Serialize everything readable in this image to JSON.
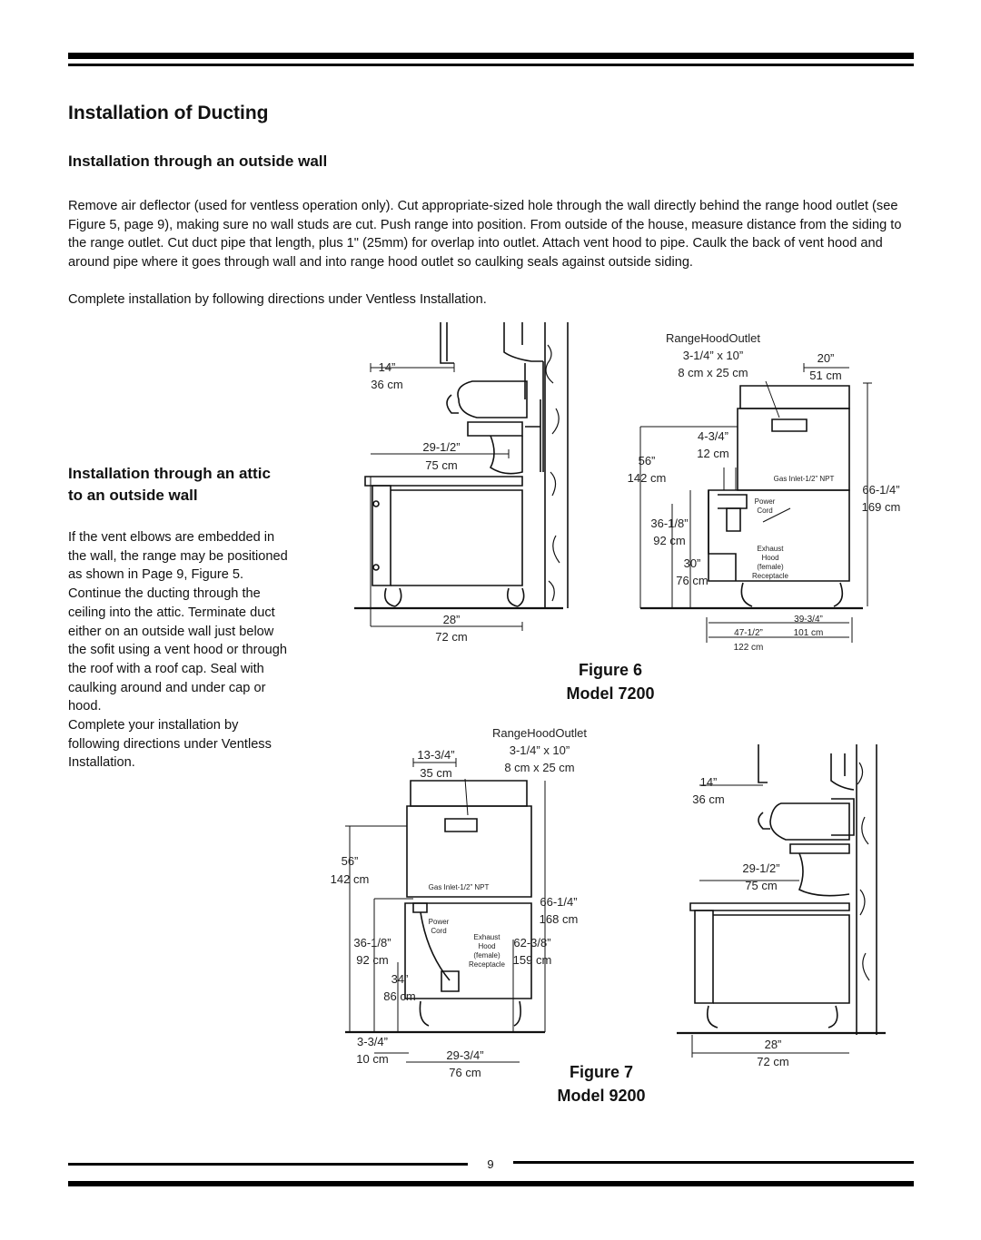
{
  "header": {
    "title": "Installation of Ducting"
  },
  "section1": {
    "heading": "Installation through an outside wall",
    "body": "Remove air deflector (used for ventless operation only). Cut appropriate-sized hole through the wall directly behind the range hood outlet (see Figure 5, page 9), making sure no wall studs are cut. Push range into position. From outside of the house, measure distance from the siding to the range outlet. Cut duct pipe that length, plus 1\" (25mm) for overlap into outlet. Attach vent hood to pipe. Caulk the back of vent hood and around pipe where it goes through wall and into range hood outlet so caulking seals against outside siding.",
    "body2": "Complete installation by following directions under Ventless Installation."
  },
  "section2": {
    "heading": "Installation through an attic to an outside wall",
    "body": "If the vent elbows are embedded in the wall, the range may be positioned as shown in Page 9, Figure 5. Continue the ducting through the ceiling into the attic. Terminate duct either on an outside wall just below the sofit using a vent hood or through the roof with a roof cap. Seal with caulking around and under cap or hood.",
    "body2": "Complete your installation by following directions under Ventless Installation."
  },
  "figure6": {
    "caption_line1": "Figure 6",
    "caption_line2": "Model 7200",
    "side_labels": {
      "l1": "14”",
      "l2": "36 cm",
      "l3": "29-1/2”",
      "l4": "75 cm",
      "l5": "28”",
      "l6": "72 cm"
    },
    "front_labels": {
      "outlet": "RangeHoodOutlet",
      "outlet_size": "3-1/4” x 10”",
      "outlet_cm": "8 cm x 25 cm",
      "w20": "20”",
      "w51": "51 cm",
      "h434": "4-3/4”",
      "h12": "12 cm",
      "h56": "56”",
      "h142": "142 cm",
      "gas": "Gas Inlet-1/2” NPT",
      "h66": "66-1/4”",
      "h169": "169 cm",
      "power1": "Power",
      "power2": "Cord",
      "h36": "36-1/8”",
      "h92": "92 cm",
      "exh1": "Exhaust",
      "exh2": "Hood",
      "exh3": "(female)",
      "exh4": "Receptacle",
      "h30": "30”",
      "h76": "76 cm",
      "w39": "39-3/4”",
      "w47": "47-1/2”",
      "w101": "101 cm",
      "w122": "122 cm"
    }
  },
  "figure7": {
    "caption_line1": "Figure 7",
    "caption_line2": "Model 9200",
    "front_labels": {
      "outlet": "RangeHoodOutlet",
      "w1334": "13-3/4”",
      "w35": "35 cm",
      "outlet_size": "3-1/4” x 10”",
      "outlet_cm": "8 cm x 25 cm",
      "h56": "56”",
      "h142": "142 cm",
      "gas": "Gas Inlet-1/2” NPT",
      "h66": "66-1/4”",
      "h168": "168 cm",
      "power1": "Power",
      "power2": "Cord",
      "exh1": "Exhaust",
      "exh2": "Hood",
      "exh3": "(female)",
      "exh4": "Receptacle",
      "h36": "36-1/8”",
      "h92": "92 cm",
      "h62": "62-3/8”",
      "h159": "159 cm",
      "h34": "34”",
      "h86": "86 cm",
      "w334": "3-3/4”",
      "w10": "10 cm",
      "w29": "29-3/4”",
      "w76": "76 cm"
    },
    "side_labels": {
      "l1": "14”",
      "l2": "36 cm",
      "l3": "29-1/2”",
      "l4": "75 cm",
      "l5": "28”",
      "l6": "72 cm"
    }
  },
  "footer": {
    "page_number": "9"
  }
}
